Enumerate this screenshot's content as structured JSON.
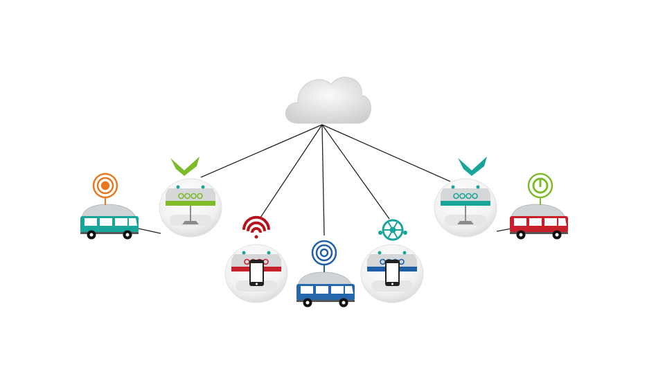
{
  "diagram": {
    "hub": {
      "icon": "cloud-icon",
      "color": "#d9d9d9"
    },
    "link_color": "#222222",
    "nodes": [
      {
        "id": "car-left",
        "kind": "vehicle",
        "body_color": "#1aa59a",
        "icon": "target-signal-icon",
        "icon_color": "#e87722"
      },
      {
        "id": "station-left",
        "kind": "station",
        "accent": "#7dbb2a",
        "icon": "check-icon",
        "icon_color": "#7dbb2a"
      },
      {
        "id": "station-wifi",
        "kind": "station-phone",
        "accent": "#c8202a",
        "icon": "wifi-icon",
        "icon_color": "#b5121b"
      },
      {
        "id": "car-center",
        "kind": "vehicle",
        "body_color": "#2567ad",
        "icon": "target-signal-icon",
        "icon_color": "#1f5fa8"
      },
      {
        "id": "station-hub",
        "kind": "station-phone",
        "accent": "#1f5fa8",
        "icon": "network-wheel-icon",
        "icon_color": "#1aa59a"
      },
      {
        "id": "station-right",
        "kind": "station",
        "accent": "#1aa59a",
        "icon": "check-icon",
        "icon_color": "#1aa59a"
      },
      {
        "id": "car-right",
        "kind": "vehicle",
        "body_color": "#c8202a",
        "icon": "power-circle-icon",
        "icon_color": "#7dbb2a"
      }
    ],
    "links": [
      [
        "hub",
        "station-left"
      ],
      [
        "hub",
        "station-wifi"
      ],
      [
        "hub",
        "car-center"
      ],
      [
        "hub",
        "station-hub"
      ],
      [
        "hub",
        "station-right"
      ],
      [
        "car-left",
        "station-left"
      ],
      [
        "station-right",
        "car-right"
      ]
    ]
  }
}
